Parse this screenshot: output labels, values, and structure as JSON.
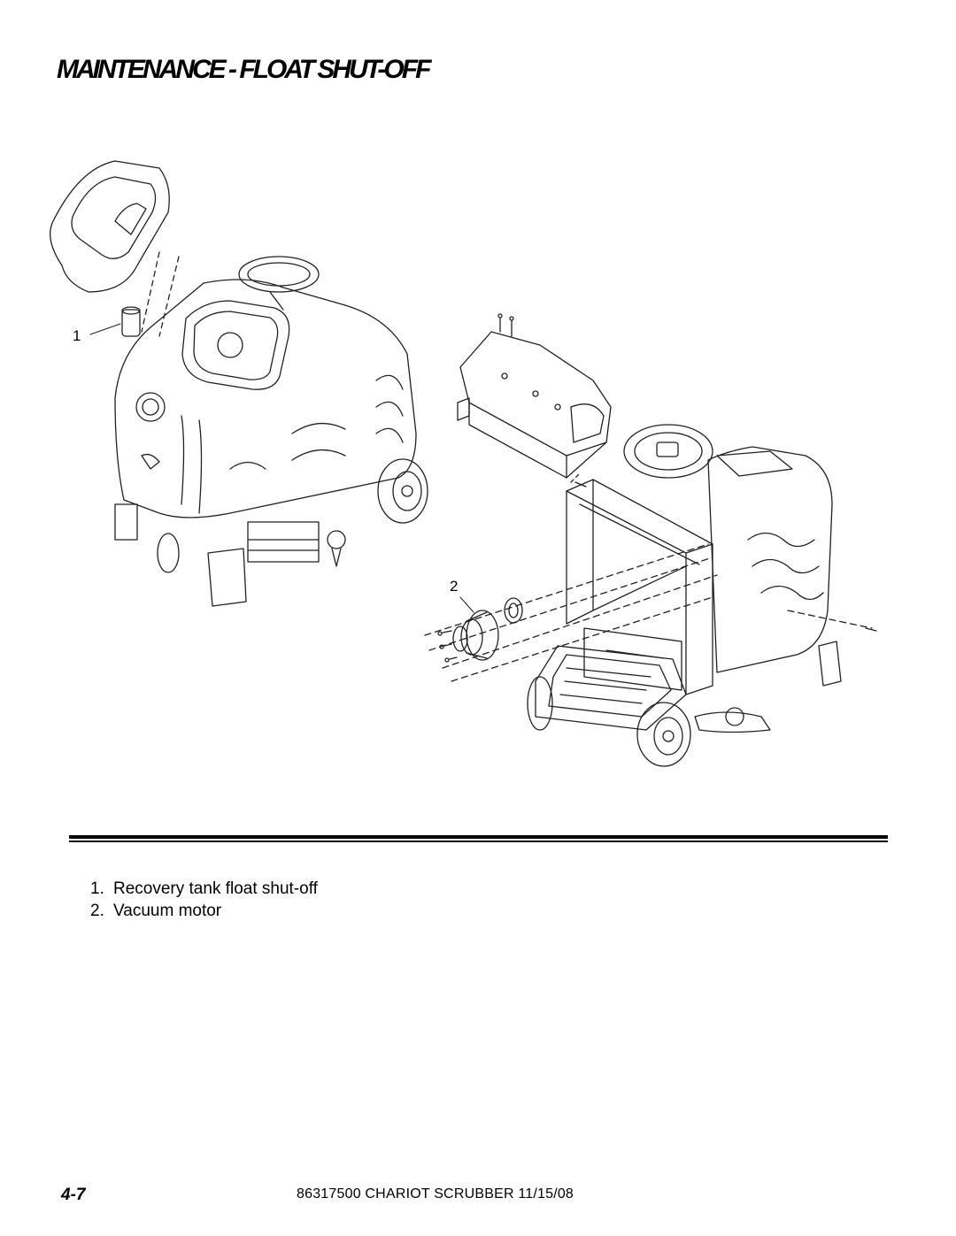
{
  "header": {
    "title": "MAINTENANCE - FLOAT SHUT-OFF"
  },
  "figure": {
    "callouts": [
      {
        "label": "1"
      },
      {
        "label": "2"
      }
    ]
  },
  "legend": {
    "items": [
      {
        "num": "1.",
        "text": "Recovery tank float shut-off"
      },
      {
        "num": "2.",
        "text": "Vacuum motor"
      }
    ]
  },
  "footer": {
    "page_number": "4-7",
    "doc_info": "86317500 CHARIOT SCRUBBER 11/15/08"
  }
}
